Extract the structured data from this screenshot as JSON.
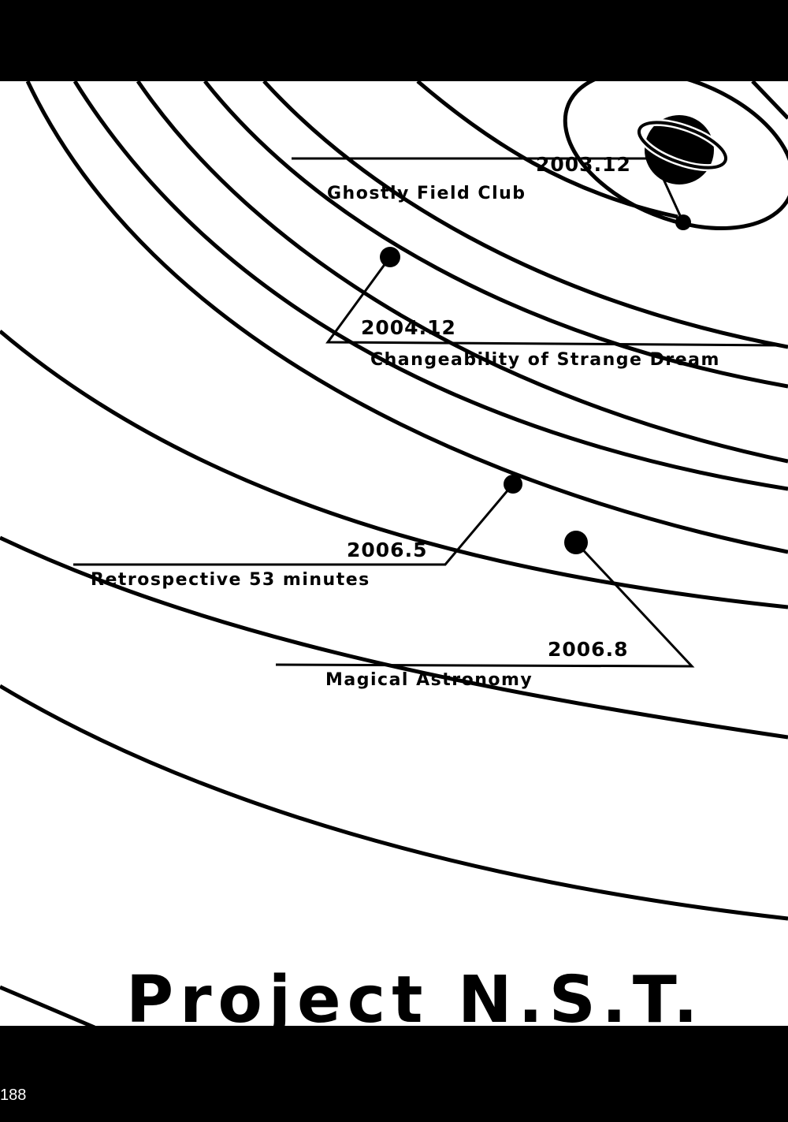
{
  "milestones": [
    {
      "date": "2003.12",
      "title": "Ghostly Field Club"
    },
    {
      "date": "2004.12",
      "title": "Changeability of Strange Dream"
    },
    {
      "date": "2006.5",
      "title": "Retrospective 53 minutes"
    },
    {
      "date": "2006.8",
      "title": "Magical Astronomy"
    }
  ],
  "footer": {
    "project_title": "Project N.S.T.",
    "page_number": "188"
  }
}
